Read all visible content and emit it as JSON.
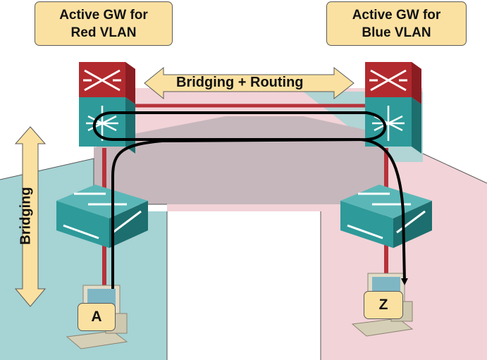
{
  "labels": {
    "gw_red_line1": "Active GW for",
    "gw_red_line2": "Red VLAN",
    "gw_blue_line1": "Active GW for",
    "gw_blue_line2": "Blue VLAN",
    "bridging_routing": "Bridging + Routing",
    "bridging": "Bridging",
    "host_a": "A",
    "host_z": "Z"
  },
  "colors": {
    "red_vlan": "#f2d3d8",
    "blue_vlan": "#a6d3d4",
    "overlap": "#c6b7bc",
    "router_top": "#b22a2e",
    "switch": "#2e9a9a",
    "link": "#b6323a",
    "label_fill": "#fbe1a1"
  },
  "icons": [
    "router-icon",
    "layer3-switch-icon",
    "workgroup-switch-icon",
    "workstation-icon"
  ]
}
